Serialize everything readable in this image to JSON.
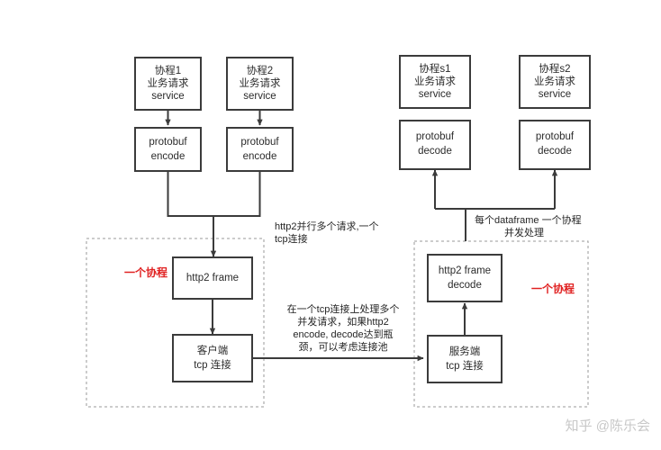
{
  "diagram": {
    "title": "http2 coroutine client-server flow",
    "colors": {
      "box_stroke": "#3b3b3b",
      "group_stroke": "#9a9a9a",
      "accent_red": "#e02020",
      "text": "#2b2b2b",
      "watermark": "#c8c8c8",
      "background": "#ffffff"
    },
    "client": {
      "services": [
        {
          "line1": "协程1",
          "line2": "业务请求",
          "line3": "service"
        },
        {
          "line1": "协程2",
          "line2": "业务请求",
          "line3": "service"
        }
      ],
      "encoders": [
        {
          "line1": "protobuf",
          "line2": "encode"
        },
        {
          "line1": "protobuf",
          "line2": "encode"
        }
      ],
      "frame_box": {
        "line1": "http2 frame"
      },
      "tcp_box": {
        "line1": "客户端",
        "line2": "tcp 连接"
      },
      "coroutine_label": "一个协程",
      "merge_label": {
        "line1": "http2并行多个请求,一个",
        "line2": "tcp连接"
      }
    },
    "server": {
      "services": [
        {
          "line1": "协程s1",
          "line2": "业务请求",
          "line3": "service"
        },
        {
          "line1": "协程s2",
          "line2": "业务请求",
          "line3": "service"
        }
      ],
      "decoders": [
        {
          "line1": "protobuf",
          "line2": "decode"
        },
        {
          "line1": "protobuf",
          "line2": "decode"
        }
      ],
      "frame_box": {
        "line1": "http2 frame",
        "line2": "decode"
      },
      "tcp_box": {
        "line1": "服务端",
        "line2": "tcp 连接"
      },
      "coroutine_label": "一个协程",
      "fanout_label": {
        "line1": "每个dataframe 一个协程",
        "line2": "并发处理"
      }
    },
    "middle_note": {
      "line1": "在一个tcp连接上处理多个",
      "line2": "并发请求，如果http2",
      "line3": "encode, decode达到瓶",
      "line4": "颈，可以考虑连接池"
    },
    "watermark": "知乎 @陈乐会"
  }
}
